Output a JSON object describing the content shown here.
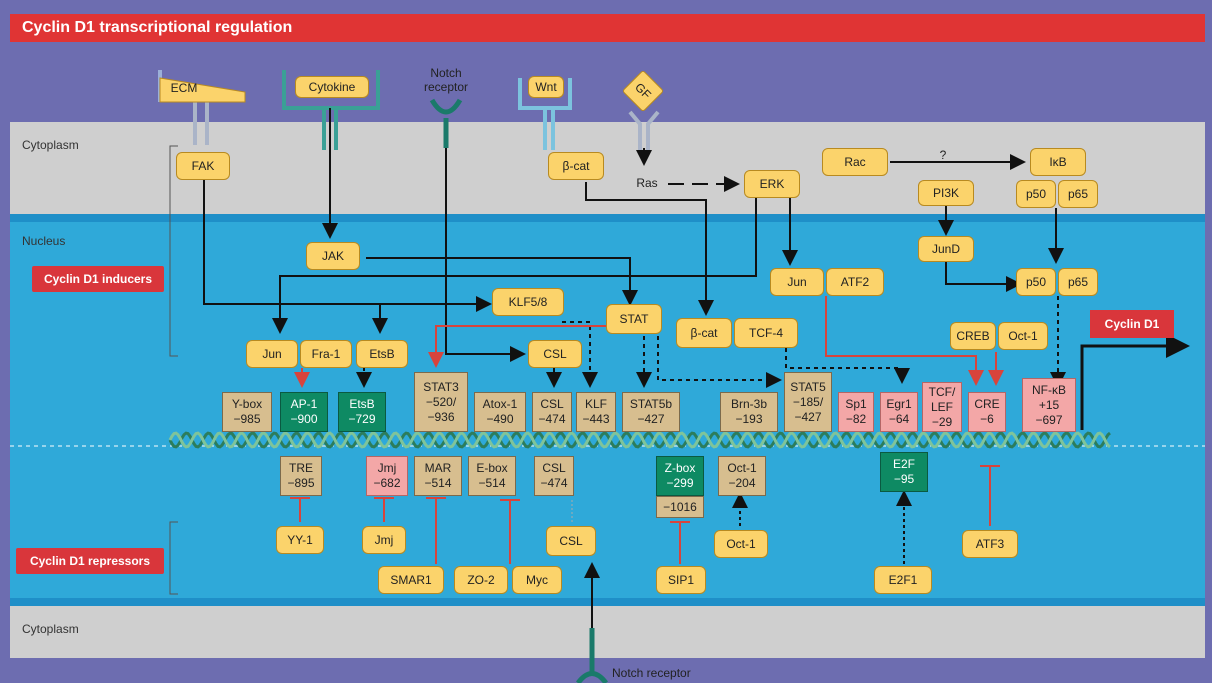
{
  "title": "Cyclin D1 transcriptional regulation",
  "regions": {
    "cytoplasm_top": "Cytoplasm",
    "nucleus": "Nucleus",
    "cytoplasm_bottom": "Cytoplasm"
  },
  "badges": {
    "inducers": "Cyclin D1 inducers",
    "repressors": "Cyclin D1 repressors",
    "output": "Cyclin D1"
  },
  "receptors": {
    "ecm": "ECM",
    "cytokine": "Cytokine",
    "notch_top": "Notch receptor",
    "wnt": "Wnt",
    "gf": "GF",
    "notch_bottom": "Notch receptor"
  },
  "signaling": {
    "fak": "FAK",
    "jak": "JAK",
    "bcat_cyto": "β-cat",
    "ras": "Ras",
    "erk": "ERK",
    "rac": "Rac",
    "question": "?",
    "ikb": "IκB",
    "p50_cyto": "p50",
    "p65_cyto": "p65",
    "pi3k": "PI3K",
    "jund": "JunD",
    "jun_atf2": "Jun",
    "atf2": "ATF2",
    "p50_nuc": "p50",
    "p65_nuc": "p65",
    "klf58": "KLF5/8",
    "stat": "STAT",
    "bcat_nuc": "β-cat",
    "tcf4": "TCF-4",
    "jun": "Jun",
    "fra1": "Fra-1",
    "etsb": "EtsB",
    "csl_top": "CSL",
    "creb": "CREB",
    "oct1_top": "Oct-1"
  },
  "upper_sites": [
    {
      "id": "ybox",
      "text": "Y-box\n−985",
      "style": "tan"
    },
    {
      "id": "ap1",
      "text": "AP-1\n−900",
      "style": "green"
    },
    {
      "id": "etsb",
      "text": "EtsB\n−729",
      "style": "green"
    },
    {
      "id": "stat3",
      "text": "STAT3\n−520/\n−936",
      "style": "tan"
    },
    {
      "id": "atox1",
      "text": "Atox-1\n−490",
      "style": "tan"
    },
    {
      "id": "csl",
      "text": "CSL\n−474",
      "style": "tan"
    },
    {
      "id": "klf",
      "text": "KLF\n−443",
      "style": "tan"
    },
    {
      "id": "stat5b",
      "text": "STAT5b\n−427",
      "style": "tan"
    },
    {
      "id": "brn3b",
      "text": "Brn-3b\n−193",
      "style": "tan"
    },
    {
      "id": "stat5",
      "text": "STAT5\n−185/\n−427",
      "style": "tan"
    },
    {
      "id": "sp1",
      "text": "Sp1\n−82",
      "style": "pink"
    },
    {
      "id": "egr1",
      "text": "Egr1\n−64",
      "style": "pink"
    },
    {
      "id": "tcflef",
      "text": "TCF/\nLEF\n−29",
      "style": "pink"
    },
    {
      "id": "cre",
      "text": "CRE\n−6",
      "style": "pink"
    },
    {
      "id": "nfkb",
      "text": "NF-κB\n+15\n−697",
      "style": "pink"
    }
  ],
  "lower_sites": [
    {
      "id": "tre",
      "text": "TRE\n−895",
      "style": "tan"
    },
    {
      "id": "jmj",
      "text": "Jmj\n−682",
      "style": "pink"
    },
    {
      "id": "mar",
      "text": "MAR\n−514",
      "style": "tan"
    },
    {
      "id": "ebox",
      "text": "E-box\n−514",
      "style": "tan"
    },
    {
      "id": "csl_low",
      "text": "CSL\n−474",
      "style": "tan"
    },
    {
      "id": "zbox",
      "text": "Z-box\n−299",
      "style": "green"
    },
    {
      "id": "zbox2",
      "text": "−1016",
      "style": "tan"
    },
    {
      "id": "oct1",
      "text": "Oct-1\n−204",
      "style": "tan"
    },
    {
      "id": "e2f",
      "text": "E2F\n−95",
      "style": "green"
    }
  ],
  "repressors": {
    "yy1": "YY-1",
    "jmj": "Jmj",
    "smar1": "SMAR1",
    "zo2": "ZO-2",
    "myc": "Myc",
    "csl": "CSL",
    "sip1": "SIP1",
    "oct1": "Oct-1",
    "e2f1": "E2F1",
    "atf3": "ATF3"
  },
  "colors": {
    "outer": "#6d6db0",
    "membrane": "#c9c9c9",
    "nucleus": "#2fa9d9",
    "node_fill": "#fbd36b",
    "title_red": "#e03434",
    "inhibit_red": "#d8443c",
    "green_site": "#0e8a63",
    "tan_site": "#d7be8f",
    "pink_site": "#f3a7a7"
  }
}
